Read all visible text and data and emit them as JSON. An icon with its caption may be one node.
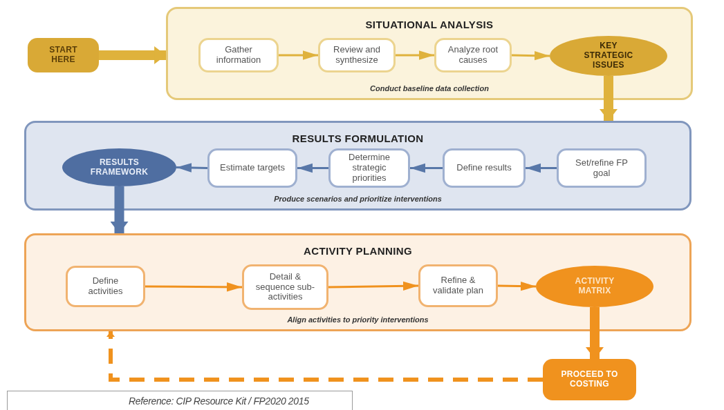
{
  "diagram": {
    "nodes": [
      {
        "text": [
          "START HERE"
        ]
      },
      {
        "text": [
          "SITUATIONAL ANALYSIS",
          "Conduct baseline data collection"
        ]
      },
      {
        "text": [
          "Gather information"
        ],
        "in": 1
      },
      {
        "text": [
          "Review and synthesize"
        ],
        "in": 1
      },
      {
        "text": [
          "Analyze root causes"
        ],
        "in": 1
      },
      {
        "text": [
          "KEY STRATEGIC ISSUES"
        ],
        "in": 1
      },
      {
        "text": [
          "RESULTS FORMULATION",
          "Produce scenarios and prioritize interventions"
        ]
      },
      {
        "text": [
          "RESULTS FRAMEWORK"
        ],
        "in": 6
      },
      {
        "text": [
          "Estimate targets"
        ],
        "in": 6
      },
      {
        "text": [
          "Determine strategic priorities"
        ],
        "in": 6
      },
      {
        "text": [
          "Define results"
        ],
        "in": 6
      },
      {
        "text": [
          "Set/refine FP goal"
        ],
        "in": 6
      },
      {
        "text": [
          "ACTIVITY PLANNING",
          "Align activities to priority interventions"
        ]
      },
      {
        "text": [
          "Define activities"
        ],
        "in": 12
      },
      {
        "text": [
          "Detail & sequence sub-activities"
        ],
        "in": 12
      },
      {
        "text": [
          "Refine & validate plan"
        ],
        "in": 12
      },
      {
        "text": [
          "ACTIVITY MATRIX"
        ],
        "in": 12
      },
      {
        "text": [
          "PROCEED TO COSTING"
        ]
      }
    ],
    "edges": [
      {
        "from": 0,
        "to": 1,
        "arrow": "to",
        "style": "thick",
        "color": "#dfb23c"
      },
      {
        "from": 2,
        "to": 3,
        "arrow": "to",
        "color": "#dfb23c"
      },
      {
        "from": 3,
        "to": 4,
        "arrow": "to",
        "color": "#dfb23c"
      },
      {
        "from": 4,
        "to": 5,
        "arrow": "to",
        "color": "#dfb23c"
      },
      {
        "from": 5,
        "to": 6,
        "arrow": "to",
        "style": "thick",
        "color": "#dfb23c"
      },
      {
        "from": 11,
        "to": 10,
        "arrow": "to",
        "color": "#5877a8"
      },
      {
        "from": 10,
        "to": 9,
        "arrow": "to",
        "color": "#5877a8"
      },
      {
        "from": 9,
        "to": 8,
        "arrow": "to",
        "color": "#5877a8"
      },
      {
        "from": 8,
        "to": 7,
        "arrow": "to",
        "color": "#5877a8"
      },
      {
        "from": 7,
        "to": 12,
        "arrow": "to",
        "style": "thick",
        "color": "#5877a8"
      },
      {
        "from": 13,
        "to": 14,
        "arrow": "to",
        "color": "#f0921e"
      },
      {
        "from": 14,
        "to": 15,
        "arrow": "to",
        "color": "#f0921e"
      },
      {
        "from": 15,
        "to": 16,
        "arrow": "to",
        "color": "#f0921e"
      },
      {
        "from": 16,
        "to": 17,
        "arrow": "to",
        "style": "thick",
        "color": "#f0921e"
      },
      {
        "from": 17,
        "to": 12,
        "arrow": "to",
        "style": "dashed",
        "color": "#f0921e"
      }
    ],
    "labels": [
      "Reference: CIP Resource Kit / FP2020 2015"
    ]
  }
}
